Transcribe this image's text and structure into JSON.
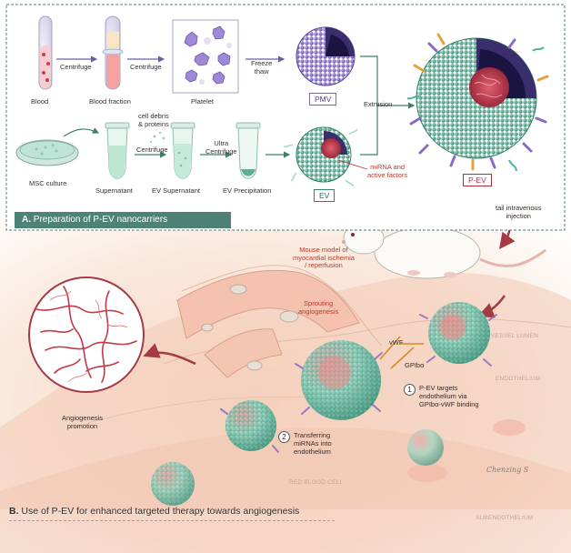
{
  "section_a": {
    "title_letter": "A.",
    "title_text": "Preparation of P-EV nanocarriers",
    "blood": "Blood",
    "centrifuge_1": "Centrifuge",
    "blood_fraction": "Blood fraction",
    "centrifuge_2": "Centrifuge",
    "platelet": "Platelet",
    "freeze_thaw": "Freeze\nthaw",
    "pmv": "PMV",
    "extrusion": "Extrusion",
    "p_ev": "P-EV",
    "msc_culture": "MSC culture",
    "cell_debris": "cell debris\n& proteins",
    "centrifuge_3": "Centrifuge",
    "supernatant": "Supernatant",
    "ultra_centrifuge": "Ultra\nCentrifuge",
    "ev_supernatant": "EV Supernatant",
    "ev_precipitation": "EV Precipitation",
    "ev": "EV",
    "mirna": "miRNA and\nactive factors"
  },
  "section_b": {
    "title_letter": "B.",
    "title_text": "Use of P-EV for enhanced targeted therapy towards angiogenesis",
    "tail_injection": "tail intravenous\ninjection",
    "mouse_model": "Mouse model of\nmyocardial ischemia\n/ reperfusion",
    "sprouting": "Sprouting\nangiogenesis",
    "angiogenesis_promotion": "Angiogenesis\npromotion",
    "vwf": "vWF",
    "gpib": "GPIbα",
    "vessel_lumen": "VESSEL LUMEN",
    "endothelium": "ENDOTHELIUM",
    "red_blood_cell": "RED BLOOD CELL",
    "subendothelium": "SUBENDOTHELIUM",
    "step1_num": "1",
    "step1_text": "P-EV targets\nendothelium via\nGPIbα-vWF binding",
    "step2_num": "2",
    "step2_text": "Transferring\nmiRNAs into\nendothelium",
    "signature": "Chenzing S"
  },
  "colors": {
    "banner_green": "#4e8277",
    "vesicle_teal": "#4fa58c",
    "lipid_purple": "#8a6bc4",
    "core_red": "#c23a4a",
    "tissue_peach": "#f6dccb"
  }
}
